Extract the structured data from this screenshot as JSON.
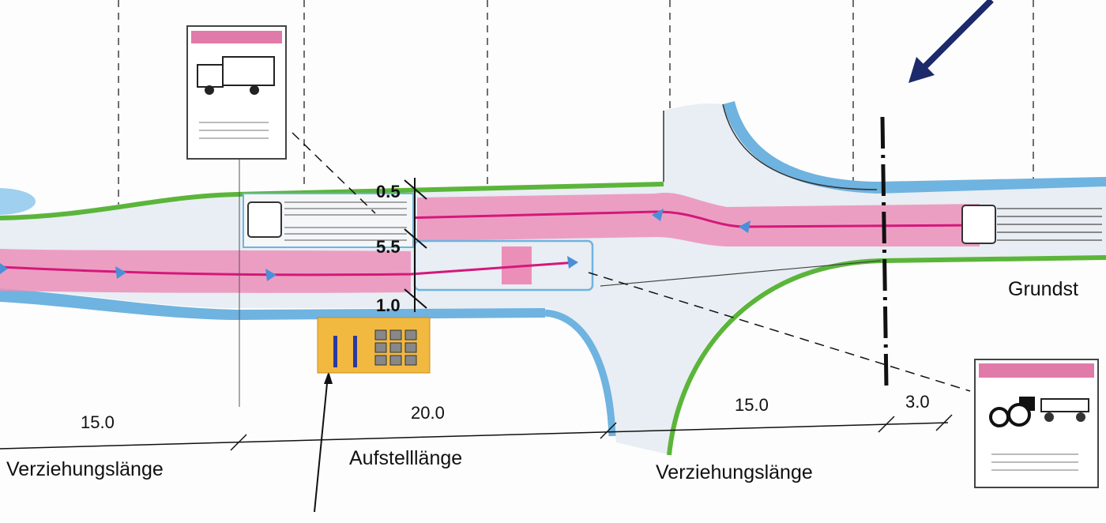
{
  "dimensions": {
    "lane_widths": [
      "0.5",
      "5.5",
      "1.0"
    ],
    "lengths": [
      "15.0",
      "20.0",
      "15.0",
      "3.0"
    ]
  },
  "labels": {
    "verziehung_left": "Verziehungslänge",
    "aufstell": "Aufstelllänge",
    "verziehung_right": "Verziehungslänge",
    "grundstueck": "Grundst"
  },
  "colors": {
    "lane_pink": "#ec8fb8",
    "track_magenta": "#d4187a",
    "verge_green": "#5bb53a",
    "water_blue": "#6fb3e0",
    "sign_yellow": "#f2b941",
    "arrow_navy": "#1c2a6b"
  }
}
